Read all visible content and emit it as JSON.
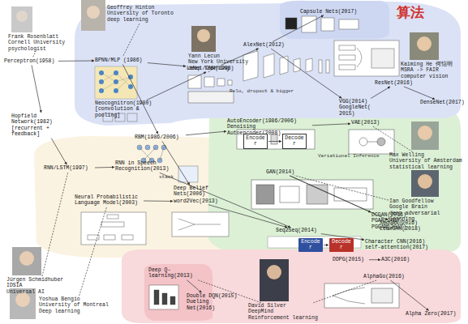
{
  "diagram": {
    "title": "算法",
    "nodes": [
      {
        "text": [
          "Frank Rosenblatt",
          "Cornell University",
          "psychologist"
        ]
      },
      {
        "text": [
          "Geoffrey Hinton",
          "University of Toronto",
          "deep learning"
        ]
      },
      {
        "text": [
          "Yann Lecun",
          "New York University",
          "deep learning"
        ]
      },
      {
        "text": [
          "Kaiming He 何恺明",
          "MSRA -> FAIR",
          "computer vision"
        ]
      },
      {
        "text": [
          "Max Welling",
          "University of Amsterdam",
          "statistical learning"
        ]
      },
      {
        "text": [
          "Ian Goodfellow",
          "Google Brain",
          "deep adversarial learning"
        ]
      },
      {
        "text": [
          "Jürgen Schmidhuber",
          "IDSIA",
          "Universal AI"
        ]
      },
      {
        "text": [
          "Yoshua Bengio",
          "University of Montreal",
          "Deep learning"
        ]
      },
      {
        "text": [
          "David Silver",
          "DeepMind",
          "Reinforcement learning"
        ]
      },
      {
        "text": [
          "Perceptron(1958)"
        ]
      },
      {
        "text": [
          "BPNN/MLP (1986)"
        ]
      },
      {
        "text": [
          "Neocognitron(1980) [convolution & pooling]"
        ]
      },
      {
        "text": [
          "LeNet/CNN(1998)"
        ]
      },
      {
        "text": [
          "AlexNet(2012)"
        ]
      },
      {
        "text": [
          "Capsule Nets(2017)"
        ]
      },
      {
        "text": [
          "ResNet(2016)"
        ]
      },
      {
        "text": [
          "VGG(2014) GoogleNet(2015)"
        ]
      },
      {
        "text": [
          "DenseNet(2017)"
        ]
      },
      {
        "text": [
          "Hopfield Network(1982) [recurrent + feedback]"
        ]
      },
      {
        "text": [
          "RNN/LSTM(1997)"
        ]
      },
      {
        "text": [
          "RNN in Speech Recognition(2013)"
        ]
      },
      {
        "text": [
          "RBM(1986/2006)"
        ]
      },
      {
        "text": [
          "Deep Belief Nets(2006)"
        ]
      },
      {
        "text": [
          "AutoEncoder(1986/2006) Denoising Autoencoder(2008)"
        ]
      },
      {
        "text": [
          "VAE(2013)"
        ]
      },
      {
        "text": [
          "GAN(2014)"
        ]
      },
      {
        "text": [
          "DCGAN(2016) PGAN(2017) PGGAN(2017)"
        ]
      },
      {
        "text": [
          "Neural Probabilistic Language Model(2003)"
        ]
      },
      {
        "text": [
          "word2Vec(2013)"
        ]
      },
      {
        "text": [
          "Seq2Seq(2014)"
        ]
      },
      {
        "text": [
          "SegGAN(2016) LeakGAN(2018)"
        ]
      },
      {
        "text": [
          "Character CNN(2016) self-attention(2017)"
        ]
      },
      {
        "text": [
          "Deep Q-learning(2013)"
        ]
      },
      {
        "text": [
          "Double DQN(2015) Dueling Net(2016)"
        ]
      },
      {
        "text": [
          "DDPG(2015)"
        ]
      },
      {
        "text": [
          "A3C(2016)"
        ]
      },
      {
        "text": [
          "AlphaGo(2016)"
        ]
      },
      {
        "text": [
          "Alpha Zero(2017)"
        ]
      },
      {
        "text": [
          "Encoder"
        ]
      },
      {
        "text": [
          "Decoder"
        ]
      },
      {
        "text": [
          "Encoder"
        ]
      },
      {
        "text": [
          "Decoder"
        ]
      }
    ],
    "edges": [
      {
        "from": 0,
        "to": 9,
        "arrow": "none"
      },
      {
        "from": 1,
        "to": 10,
        "arrow": "none"
      },
      {
        "from": 2,
        "to": 12,
        "arrow": "none"
      },
      {
        "from": 9,
        "to": 10,
        "arrow": "to"
      },
      {
        "from": 9,
        "to": 18,
        "arrow": "to"
      },
      {
        "from": 11,
        "to": 12,
        "arrow": "to"
      },
      {
        "from": 10,
        "to": 12,
        "arrow": "to"
      },
      {
        "from": 12,
        "to": 13,
        "arrow": "to"
      },
      {
        "from": 13,
        "to": 14,
        "arrow": "to"
      },
      {
        "from": 13,
        "to": 16,
        "arrow": "to"
      },
      {
        "from": 16,
        "to": 15,
        "arrow": "to"
      },
      {
        "from": 15,
        "to": 17,
        "arrow": "to"
      },
      {
        "from": 3,
        "to": 15,
        "arrow": "none"
      },
      {
        "from": 10,
        "to": 21,
        "arrow": "to"
      },
      {
        "from": 21,
        "to": 22,
        "arrow": "to"
      },
      {
        "from": 18,
        "to": 19,
        "arrow": "to"
      },
      {
        "from": 19,
        "to": 20,
        "arrow": "to"
      },
      {
        "from": 20,
        "to": 29,
        "arrow": "to"
      },
      {
        "from": 27,
        "to": 28,
        "arrow": "to"
      },
      {
        "from": 28,
        "to": 29,
        "arrow": "to"
      },
      {
        "from": 29,
        "to": 31,
        "arrow": "to"
      },
      {
        "from": 6,
        "to": 19,
        "arrow": "none"
      },
      {
        "from": 7,
        "to": 27,
        "arrow": "none"
      },
      {
        "from": 23,
        "to": 24,
        "arrow": "to"
      },
      {
        "from": 4,
        "to": 24,
        "arrow": "none"
      },
      {
        "from": 25,
        "to": 26,
        "arrow": "to"
      },
      {
        "from": 25,
        "to": 30,
        "arrow": "to"
      },
      {
        "from": 5,
        "to": 25,
        "arrow": "none"
      },
      {
        "from": 32,
        "to": 33,
        "arrow": "to"
      },
      {
        "from": 8,
        "to": 32,
        "arrow": "none"
      },
      {
        "from": 34,
        "to": 35,
        "arrow": "to"
      },
      {
        "from": 36,
        "to": 37,
        "arrow": "to"
      },
      {
        "from": 38,
        "to": 39,
        "arrow": "to"
      },
      {
        "from": 40,
        "to": 41,
        "arrow": "to"
      },
      {
        "from": 8,
        "to": 36,
        "arrow": "none"
      },
      {
        "from": 21,
        "to": 23,
        "arrow": "to"
      }
    ],
    "labels": [
      "Relu, dropout & bigger",
      "stack",
      "Variational Inference"
    ]
  }
}
